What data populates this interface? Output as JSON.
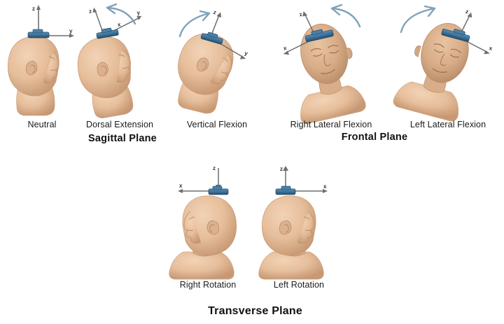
{
  "figure": {
    "background_color": "#ffffff",
    "skin_color": "#e6be9b",
    "skin_shadow_color": "#c79873",
    "sensor_color": "#3a6e96",
    "sensor_dark_color": "#24506f",
    "axis_color": "#6e6e6e",
    "arrow_color": "#7fa2ba",
    "label_color": "#1a1a1a"
  },
  "rows": [
    {
      "id": "row-upper",
      "groups": [
        {
          "id": "sagittal",
          "plane_title": "Sagittal Plane",
          "poses": [
            {
              "id": "neutral",
              "label": "Neutral",
              "view": "profile-right",
              "axis_labels": [
                "z",
                "y"
              ],
              "has_motion_arrow": false,
              "tilt_deg": 0
            },
            {
              "id": "dorsal-extension",
              "label": "Dorsal Extension",
              "view": "profile-right",
              "axis_labels": [
                "z",
                "y",
                "x"
              ],
              "has_motion_arrow": true,
              "arrow_direction": "counter-clockwise-left",
              "tilt_deg": -12
            },
            {
              "id": "vertical-flexion",
              "label": "Vertical Flexion",
              "view": "profile-right",
              "axis_labels": [
                "z",
                "y"
              ],
              "has_motion_arrow": true,
              "arrow_direction": "clockwise-right",
              "tilt_deg": 16
            }
          ]
        },
        {
          "id": "frontal",
          "plane_title": "Frontal Plane",
          "poses": [
            {
              "id": "right-lateral-flexion",
              "label": "Right Lateral Flexion",
              "view": "frontal",
              "axis_labels": [
                "z",
                "x"
              ],
              "has_motion_arrow": true,
              "arrow_direction": "counter-clockwise-left",
              "tilt_deg": -14
            },
            {
              "id": "left-lateral-flexion",
              "label": "Left Lateral Flexion",
              "view": "frontal",
              "axis_labels": [
                "z",
                "x"
              ],
              "has_motion_arrow": true,
              "arrow_direction": "clockwise-right",
              "tilt_deg": 16
            }
          ]
        }
      ]
    },
    {
      "id": "row-lower",
      "groups": [
        {
          "id": "transverse",
          "plane_title": "Transverse Plane",
          "poses": [
            {
              "id": "right-rotation",
              "label": "Right Rotation",
              "view": "profile-left",
              "axis_labels": [
                "z",
                "x"
              ],
              "has_motion_arrow": false,
              "tilt_deg": 0
            },
            {
              "id": "left-rotation",
              "label": "Left Rotation",
              "view": "profile-right",
              "axis_labels": [
                "z",
                "x"
              ],
              "has_motion_arrow": false,
              "tilt_deg": 0
            }
          ]
        }
      ]
    }
  ]
}
